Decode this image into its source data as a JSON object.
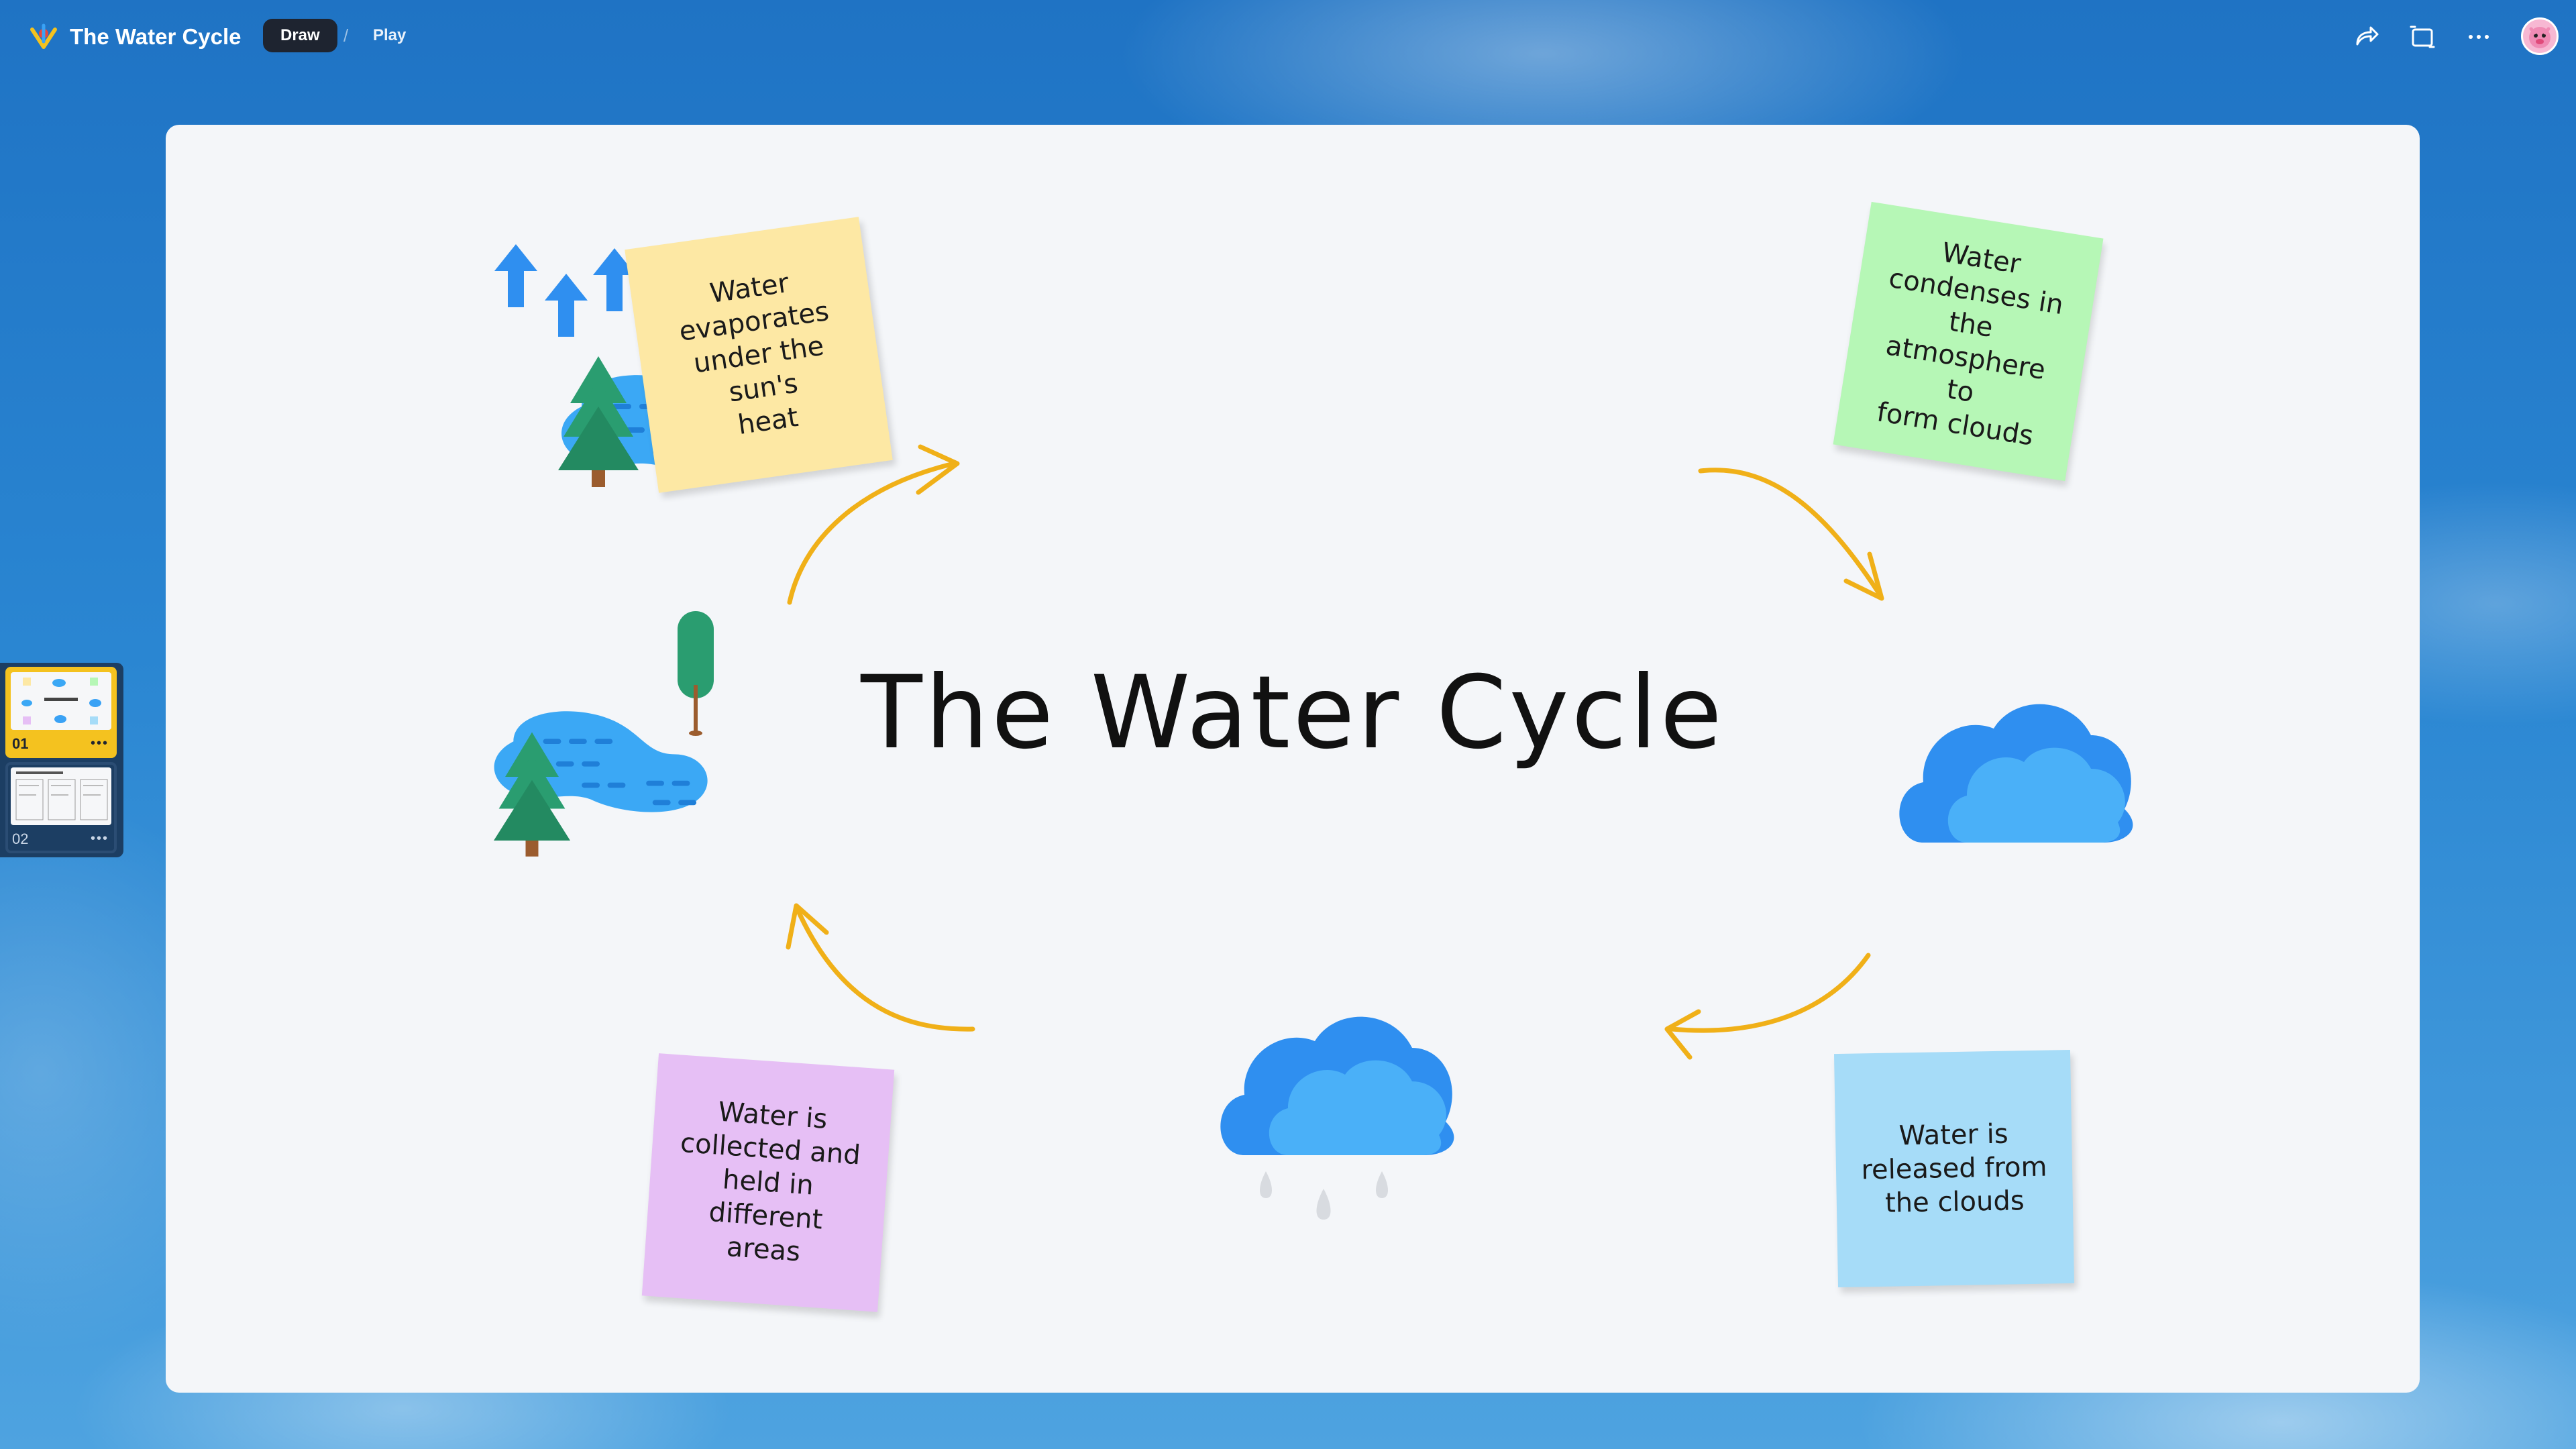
{
  "header": {
    "app_title": "The Water Cycle",
    "modes": {
      "draw": "Draw",
      "separator": "/",
      "play": "Play"
    },
    "active_mode": "Draw",
    "icons": [
      "app-logo-icon",
      "share-icon",
      "present-icon",
      "more-icon",
      "user-avatar"
    ]
  },
  "slides": [
    {
      "number": "01",
      "selected": true
    },
    {
      "number": "02",
      "selected": false
    }
  ],
  "board": {
    "title": "The Water Cycle",
    "notes": {
      "evaporation": [
        "Water",
        "evaporates",
        "under the sun's",
        "heat"
      ],
      "condensation": [
        "Water",
        "condenses in",
        "the",
        "atmosphere to",
        "form clouds"
      ],
      "precipitation": [
        "Water is",
        "released from",
        "the clouds"
      ],
      "collection": [
        "Water is",
        "collected and",
        "held in",
        "different areas"
      ]
    },
    "illustrations": [
      "lake-with-evaporation-arrows",
      "cloud",
      "rain-cloud",
      "lake-with-trees"
    ]
  },
  "colors": {
    "arrow": "#f0b018",
    "note_yellow": "#fde8a4",
    "note_green": "#b6f7b6",
    "note_purple": "#e6bff5",
    "note_blue": "#a6dcf8",
    "water": "#3ba8f5",
    "tree": "#2a9d70",
    "cloud": "#3aa2f5"
  }
}
